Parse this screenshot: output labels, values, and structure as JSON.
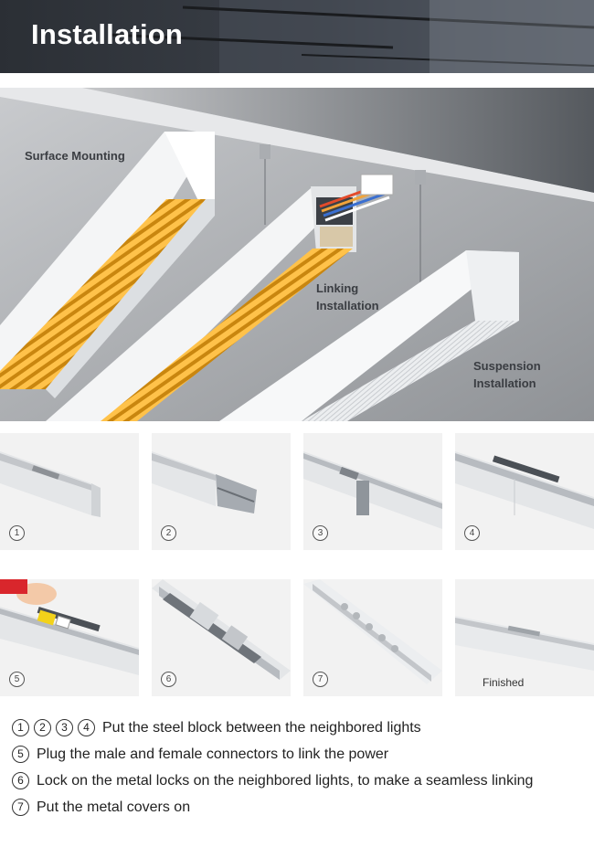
{
  "header": {
    "title": "Installation"
  },
  "hero": {
    "labels": {
      "surface": "Surface Mounting",
      "linking": "Linking\nInstallation",
      "suspension": "Suspension\nInstallation"
    },
    "colors": {
      "led_amber": "#f5a623",
      "wall": "#b9bcc0",
      "profile": "#f4f5f6"
    }
  },
  "steps": [
    {
      "num": "1",
      "caption": ""
    },
    {
      "num": "2",
      "caption": ""
    },
    {
      "num": "3",
      "caption": ""
    },
    {
      "num": "4",
      "caption": ""
    },
    {
      "num": "5",
      "caption": ""
    },
    {
      "num": "6",
      "caption": ""
    },
    {
      "num": "7",
      "caption": ""
    },
    {
      "num": "",
      "caption": "Finished"
    }
  ],
  "instructions": [
    {
      "nums": [
        "1",
        "2",
        "3",
        "4"
      ],
      "text": "Put the steel block between the neighbored lights"
    },
    {
      "nums": [
        "5"
      ],
      "text": "Plug the male and female connectors to link the power"
    },
    {
      "nums": [
        "6"
      ],
      "text": "Lock on the metal locks on the neighbored lights, to make a seamless linking"
    },
    {
      "nums": [
        "7"
      ],
      "text": "Put the metal covers on"
    }
  ]
}
